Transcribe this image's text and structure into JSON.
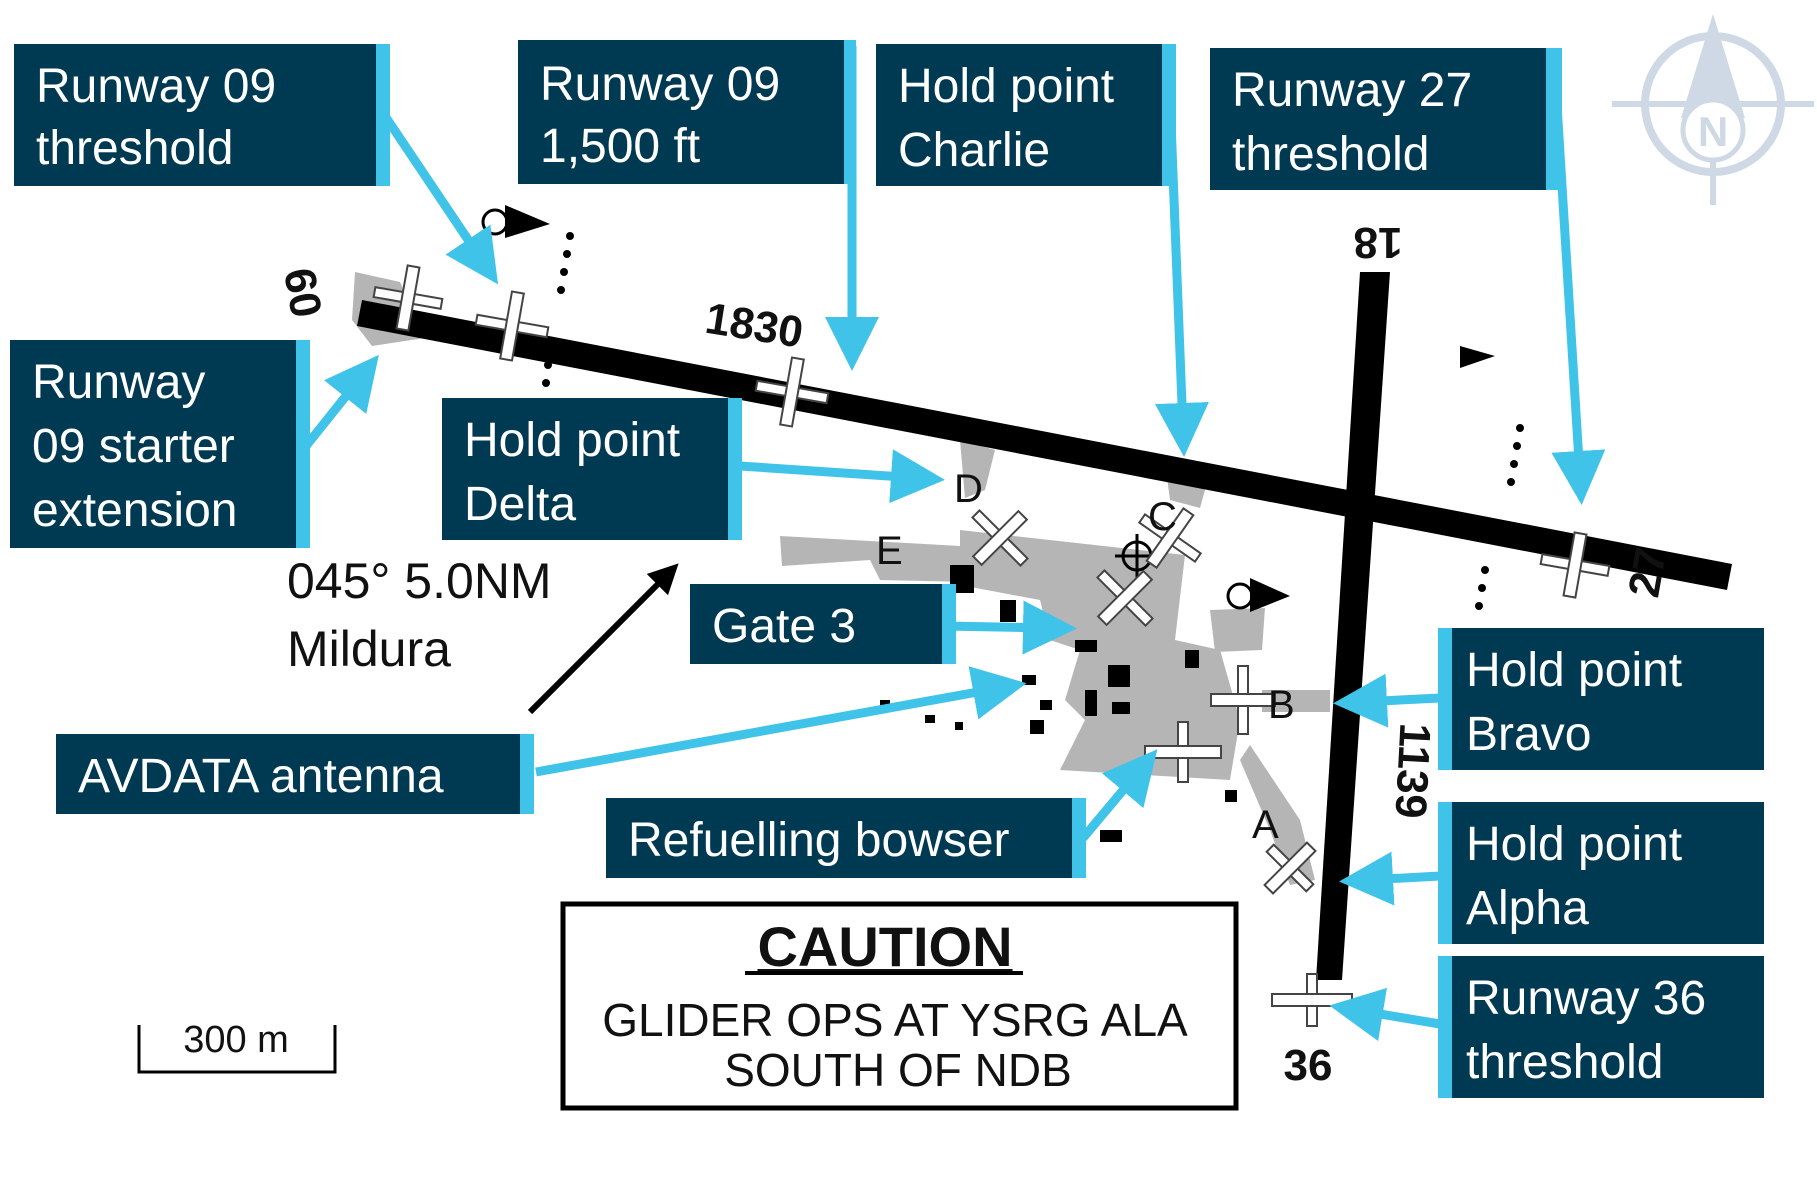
{
  "callouts": {
    "rwy09_threshold": [
      "Runway 09",
      "threshold"
    ],
    "rwy09_1500": [
      "Runway 09",
      "1,500 ft"
    ],
    "hold_charlie": [
      "Hold point",
      "Charlie"
    ],
    "rwy27_threshold": [
      "Runway 27",
      "threshold"
    ],
    "rwy09_starter": [
      "Runway",
      "09 starter",
      "extension"
    ],
    "hold_delta": [
      "Hold point",
      "Delta"
    ],
    "gate3": [
      "Gate 3"
    ],
    "avdata": [
      "AVDATA antenna"
    ],
    "refuelling": [
      "Refuelling bowser"
    ],
    "hold_bravo": [
      "Hold point",
      "Bravo"
    ],
    "hold_alpha": [
      "Hold point",
      "Alpha"
    ],
    "rwy36_threshold": [
      "Runway 36",
      "threshold"
    ]
  },
  "runway_labels": {
    "rwy09": "09",
    "rwy27": "27",
    "rwy18": "18",
    "rwy36": "36",
    "len_09_27": "1830",
    "len_18_36": "1139"
  },
  "taxiways": {
    "a": "A",
    "b": "B",
    "c": "C",
    "d": "D",
    "e": "E"
  },
  "direction": {
    "line1": "045° 5.0NM",
    "line2": "Mildura"
  },
  "caution": {
    "title": "CAUTION",
    "line1": "GLIDER OPS AT YSRG ALA",
    "line2": "SOUTH OF NDB"
  },
  "scale": {
    "label": "300 m"
  },
  "compass": {
    "north": "N"
  },
  "colors": {
    "callout_bg": "#003a52",
    "callout_accent": "#3fc3e8",
    "apron": "#b5b5b5",
    "runway": "#000000"
  }
}
